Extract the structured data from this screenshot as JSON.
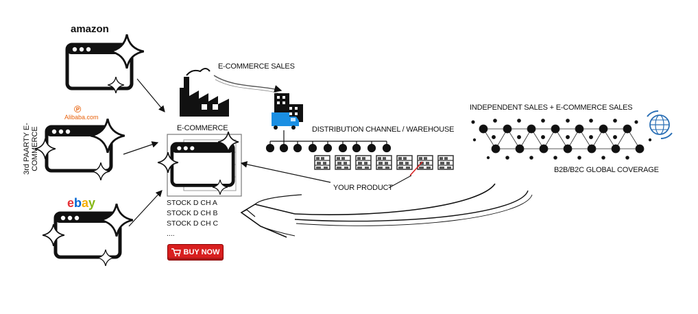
{
  "logos": {
    "amazon": "amazon",
    "alibaba": "Alibaba.com",
    "ebay": "ebay"
  },
  "labels": {
    "third_party": "3rd PAARTY E-COMMERCE",
    "ecommerce": "E-COMMERCE",
    "ecommerce_sales": "E-COMMERCE SALES",
    "distribution": "DISTRIBUTION CHANNEL / WAREHOUSE",
    "independent": "INDEPENDENT SALES + E-COMMERCE SALES",
    "coverage": "B2B/B2C GLOBAL COVERAGE",
    "your_product": "YOUR PRODUCT"
  },
  "stock": {
    "a": "STOCK D CH A",
    "b": "STOCK D CH B",
    "c": "STOCK D CH C",
    "more": "...."
  },
  "buy_now": "BUY NOW",
  "colors": {
    "buy": "#d81f1f",
    "truck": "#1a8fe3",
    "globe": "#2a6fb5"
  },
  "icons": [
    "factory-icon",
    "truck-icon",
    "building-icon",
    "globe-icon",
    "cart-icon",
    "sparkle-icon",
    "shelf-icon"
  ]
}
